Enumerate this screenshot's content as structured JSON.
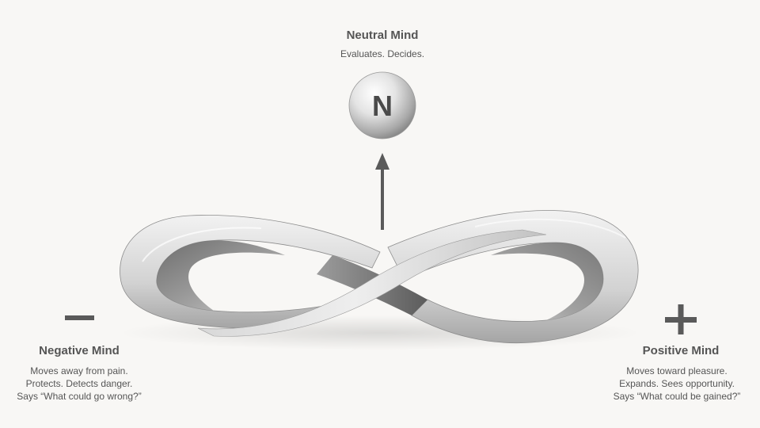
{
  "neutral": {
    "title": "Neutral Mind",
    "description": "Evaluates. Decides.",
    "symbol": "N"
  },
  "negative": {
    "title": "Negative Mind",
    "lines": [
      "Moves away from pain.",
      "Protects. Detects danger.",
      "Says “What could go wrong?”"
    ],
    "symbol": "minus-sign-icon"
  },
  "positive": {
    "title": "Positive Mind",
    "lines": [
      "Moves toward pleasure.",
      "Expands. Sees opportunity.",
      "Says “What could be gained?”"
    ],
    "symbol": "plus-sign-icon"
  },
  "colors": {
    "background": "#f8f7f5",
    "text": "#555555",
    "arrow": "#5a5a5a",
    "ribbon_light": "#e6e6e6",
    "ribbon_dark": "#7a7a7a"
  }
}
